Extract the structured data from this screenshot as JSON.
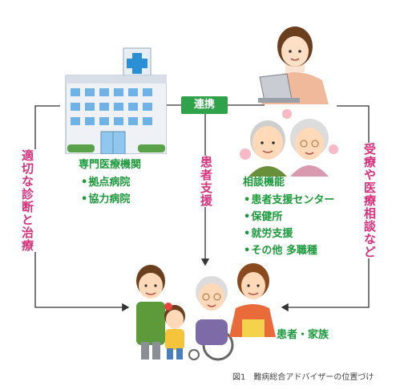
{
  "connector_label": "連携",
  "hospital": {
    "title": "専門医療機関",
    "items": [
      "拠点病院",
      "協力病院"
    ]
  },
  "consultation": {
    "title": "相談機能",
    "items": [
      "患者支援センター",
      "保健所",
      "就労支援",
      "その他 多職種"
    ]
  },
  "left_vertical": "適切な診断と治療",
  "center_vertical": "患者支援",
  "right_vertical": "受療や医療相談など",
  "patients_label": "患者・家族",
  "caption": "図1　難病総合アドバイザーの位置づけ",
  "colors": {
    "green": "#1a9a3a",
    "pink": "#d8327c",
    "badge": "#2fa24a",
    "line": "#333333"
  },
  "icons": [
    "hospital-building-icon",
    "advisor-at-laptop-icon",
    "elderly-couple-icon",
    "family-with-wheelchair-icon"
  ]
}
